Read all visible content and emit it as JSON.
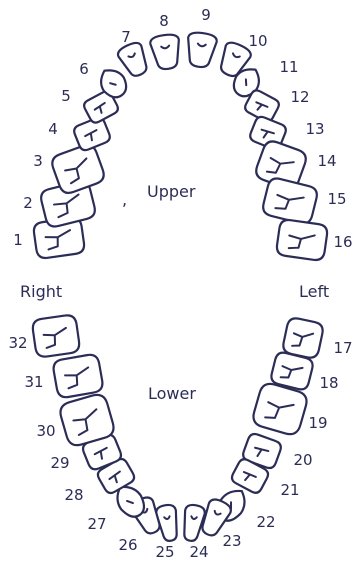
{
  "labels": {
    "upper": "Upper",
    "lower": "Lower",
    "right": "Right",
    "left": "Left",
    "mark": ","
  },
  "teeth": [
    {
      "id": "tooth-1",
      "number": "1",
      "kind": "molar"
    },
    {
      "id": "tooth-2",
      "number": "2",
      "kind": "molar"
    },
    {
      "id": "tooth-3",
      "number": "3",
      "kind": "molar"
    },
    {
      "id": "tooth-4",
      "number": "4",
      "kind": "premolar"
    },
    {
      "id": "tooth-5",
      "number": "5",
      "kind": "premolar"
    },
    {
      "id": "tooth-6",
      "number": "6",
      "kind": "canine"
    },
    {
      "id": "tooth-7",
      "number": "7",
      "kind": "incisor"
    },
    {
      "id": "tooth-8",
      "number": "8",
      "kind": "incisor"
    },
    {
      "id": "tooth-9",
      "number": "9",
      "kind": "incisor"
    },
    {
      "id": "tooth-10",
      "number": "10",
      "kind": "incisor"
    },
    {
      "id": "tooth-11",
      "number": "11",
      "kind": "canine"
    },
    {
      "id": "tooth-12",
      "number": "12",
      "kind": "premolar"
    },
    {
      "id": "tooth-13",
      "number": "13",
      "kind": "premolar"
    },
    {
      "id": "tooth-14",
      "number": "14",
      "kind": "molar"
    },
    {
      "id": "tooth-15",
      "number": "15",
      "kind": "molar"
    },
    {
      "id": "tooth-16",
      "number": "16",
      "kind": "molar"
    },
    {
      "id": "tooth-17",
      "number": "17",
      "kind": "molar"
    },
    {
      "id": "tooth-18",
      "number": "18",
      "kind": "molar"
    },
    {
      "id": "tooth-19",
      "number": "19",
      "kind": "molar"
    },
    {
      "id": "tooth-20",
      "number": "20",
      "kind": "premolar"
    },
    {
      "id": "tooth-21",
      "number": "21",
      "kind": "premolar"
    },
    {
      "id": "tooth-22",
      "number": "22",
      "kind": "canine"
    },
    {
      "id": "tooth-23",
      "number": "23",
      "kind": "incisor"
    },
    {
      "id": "tooth-24",
      "number": "24",
      "kind": "incisor"
    },
    {
      "id": "tooth-25",
      "number": "25",
      "kind": "incisor"
    },
    {
      "id": "tooth-26",
      "number": "26",
      "kind": "incisor"
    },
    {
      "id": "tooth-27",
      "number": "27",
      "kind": "canine"
    },
    {
      "id": "tooth-28",
      "number": "28",
      "kind": "premolar"
    },
    {
      "id": "tooth-29",
      "number": "29",
      "kind": "premolar"
    },
    {
      "id": "tooth-30",
      "number": "30",
      "kind": "molar"
    },
    {
      "id": "tooth-31",
      "number": "31",
      "kind": "molar"
    },
    {
      "id": "tooth-32",
      "number": "32",
      "kind": "molar"
    }
  ],
  "colors": {
    "stroke": "#2b2d56",
    "fill": "#ffffff",
    "background": "#ffffff"
  }
}
